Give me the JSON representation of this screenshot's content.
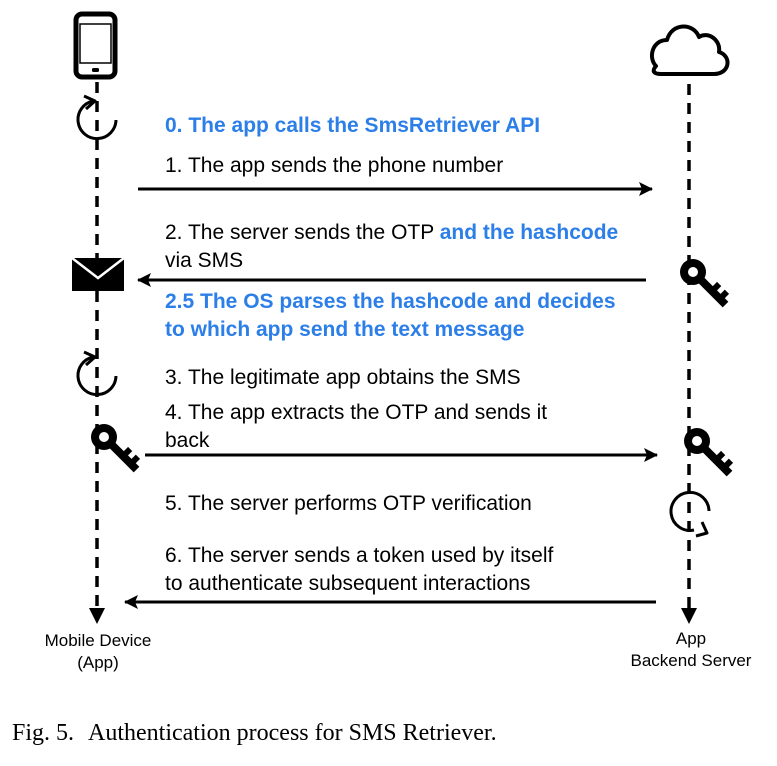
{
  "actors": {
    "left": {
      "line1": "Mobile Device",
      "line2": "(App)",
      "icon": "smartphone-icon"
    },
    "right": {
      "line1": "App",
      "line2": "Backend Server",
      "icon": "cloud-icon"
    }
  },
  "steps": {
    "s0": "0. The app calls the SmsRetriever API",
    "s1": "1. The app sends the phone number",
    "s2_part1": "2. The server sends the OTP ",
    "s2_part2": "and the hashcode",
    "s2_line2": "via SMS",
    "s25_line1": "2.5 The OS parses the hashcode and decides",
    "s25_line2": "to which app send the text message",
    "s3": "3. The legitimate app obtains the SMS",
    "s4_line1": "4. The app extracts the OTP and sends it",
    "s4_line2": "back",
    "s5": "5. The server performs OTP verification",
    "s6_line1": "6. The server sends a token used by itself",
    "s6_line2": "to authenticate subsequent interactions"
  },
  "caption": {
    "label": "Fig. 5.",
    "text": "Authentication process for SMS Retriever."
  },
  "colors": {
    "highlight": "#2c7ee8",
    "ink": "#000000"
  }
}
